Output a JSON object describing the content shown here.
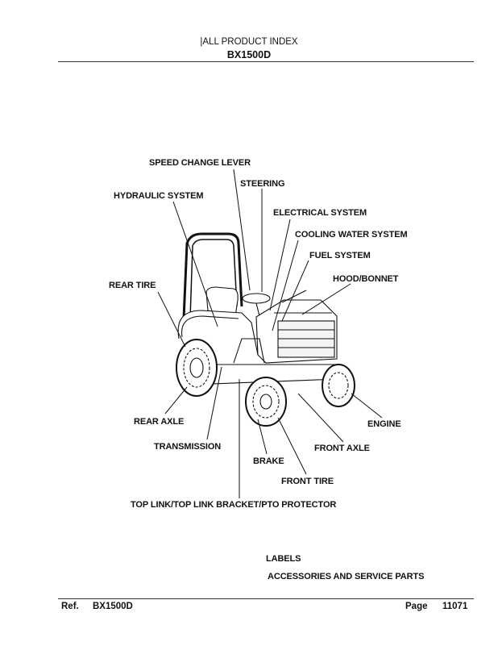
{
  "header": {
    "line1": "|ALL PRODUCT INDEX",
    "line2": "BX1500D"
  },
  "labels": {
    "speed_change_lever": "SPEED CHANGE LEVER",
    "steering": "STEERING",
    "hydraulic_system": "HYDRAULIC SYSTEM",
    "electrical_system": "ELECTRICAL SYSTEM",
    "cooling_water_system": "COOLING WATER SYSTEM",
    "fuel_system": "FUEL SYSTEM",
    "hood_bonnet": "HOOD/BONNET",
    "rear_tire": "REAR TIRE",
    "rear_axle": "REAR AXLE",
    "engine": "ENGINE",
    "transmission": "TRANSMISSION",
    "front_axle": "FRONT AXLE",
    "brake": "BRAKE",
    "front_tire": "FRONT TIRE",
    "top_link": "TOP LINK/TOP LINK BRACKET/PTO PROTECTOR",
    "labels": "LABELS",
    "accessories": "ACCESSORIES AND SERVICE PARTS"
  },
  "footer": {
    "ref_label": "Ref.",
    "ref_value": "BX1500D",
    "page_label": "Page",
    "page_value": "11071"
  }
}
